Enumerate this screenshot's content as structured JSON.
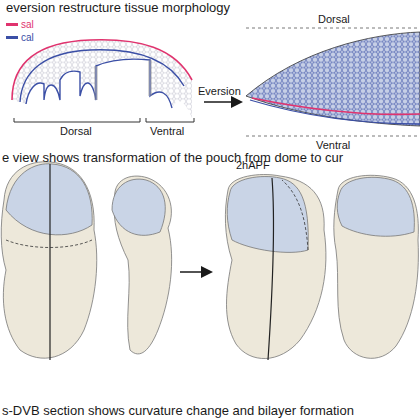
{
  "diagram": {
    "title": "eversion restructure tissue morphology",
    "labels": [
      "Dorsal",
      "Ventral",
      "Eversion",
      "Dorsal",
      "Ventral",
      "e view shows transformation of the pouch from dome to cur",
      "2hAPF",
      "s-DVB section shows curvature change and bilayer formation"
    ],
    "legend": [
      {
        "text": "sal",
        "color": "#e0336e"
      },
      {
        "text": "cal",
        "color": "#3b4fa6"
      }
    ]
  }
}
